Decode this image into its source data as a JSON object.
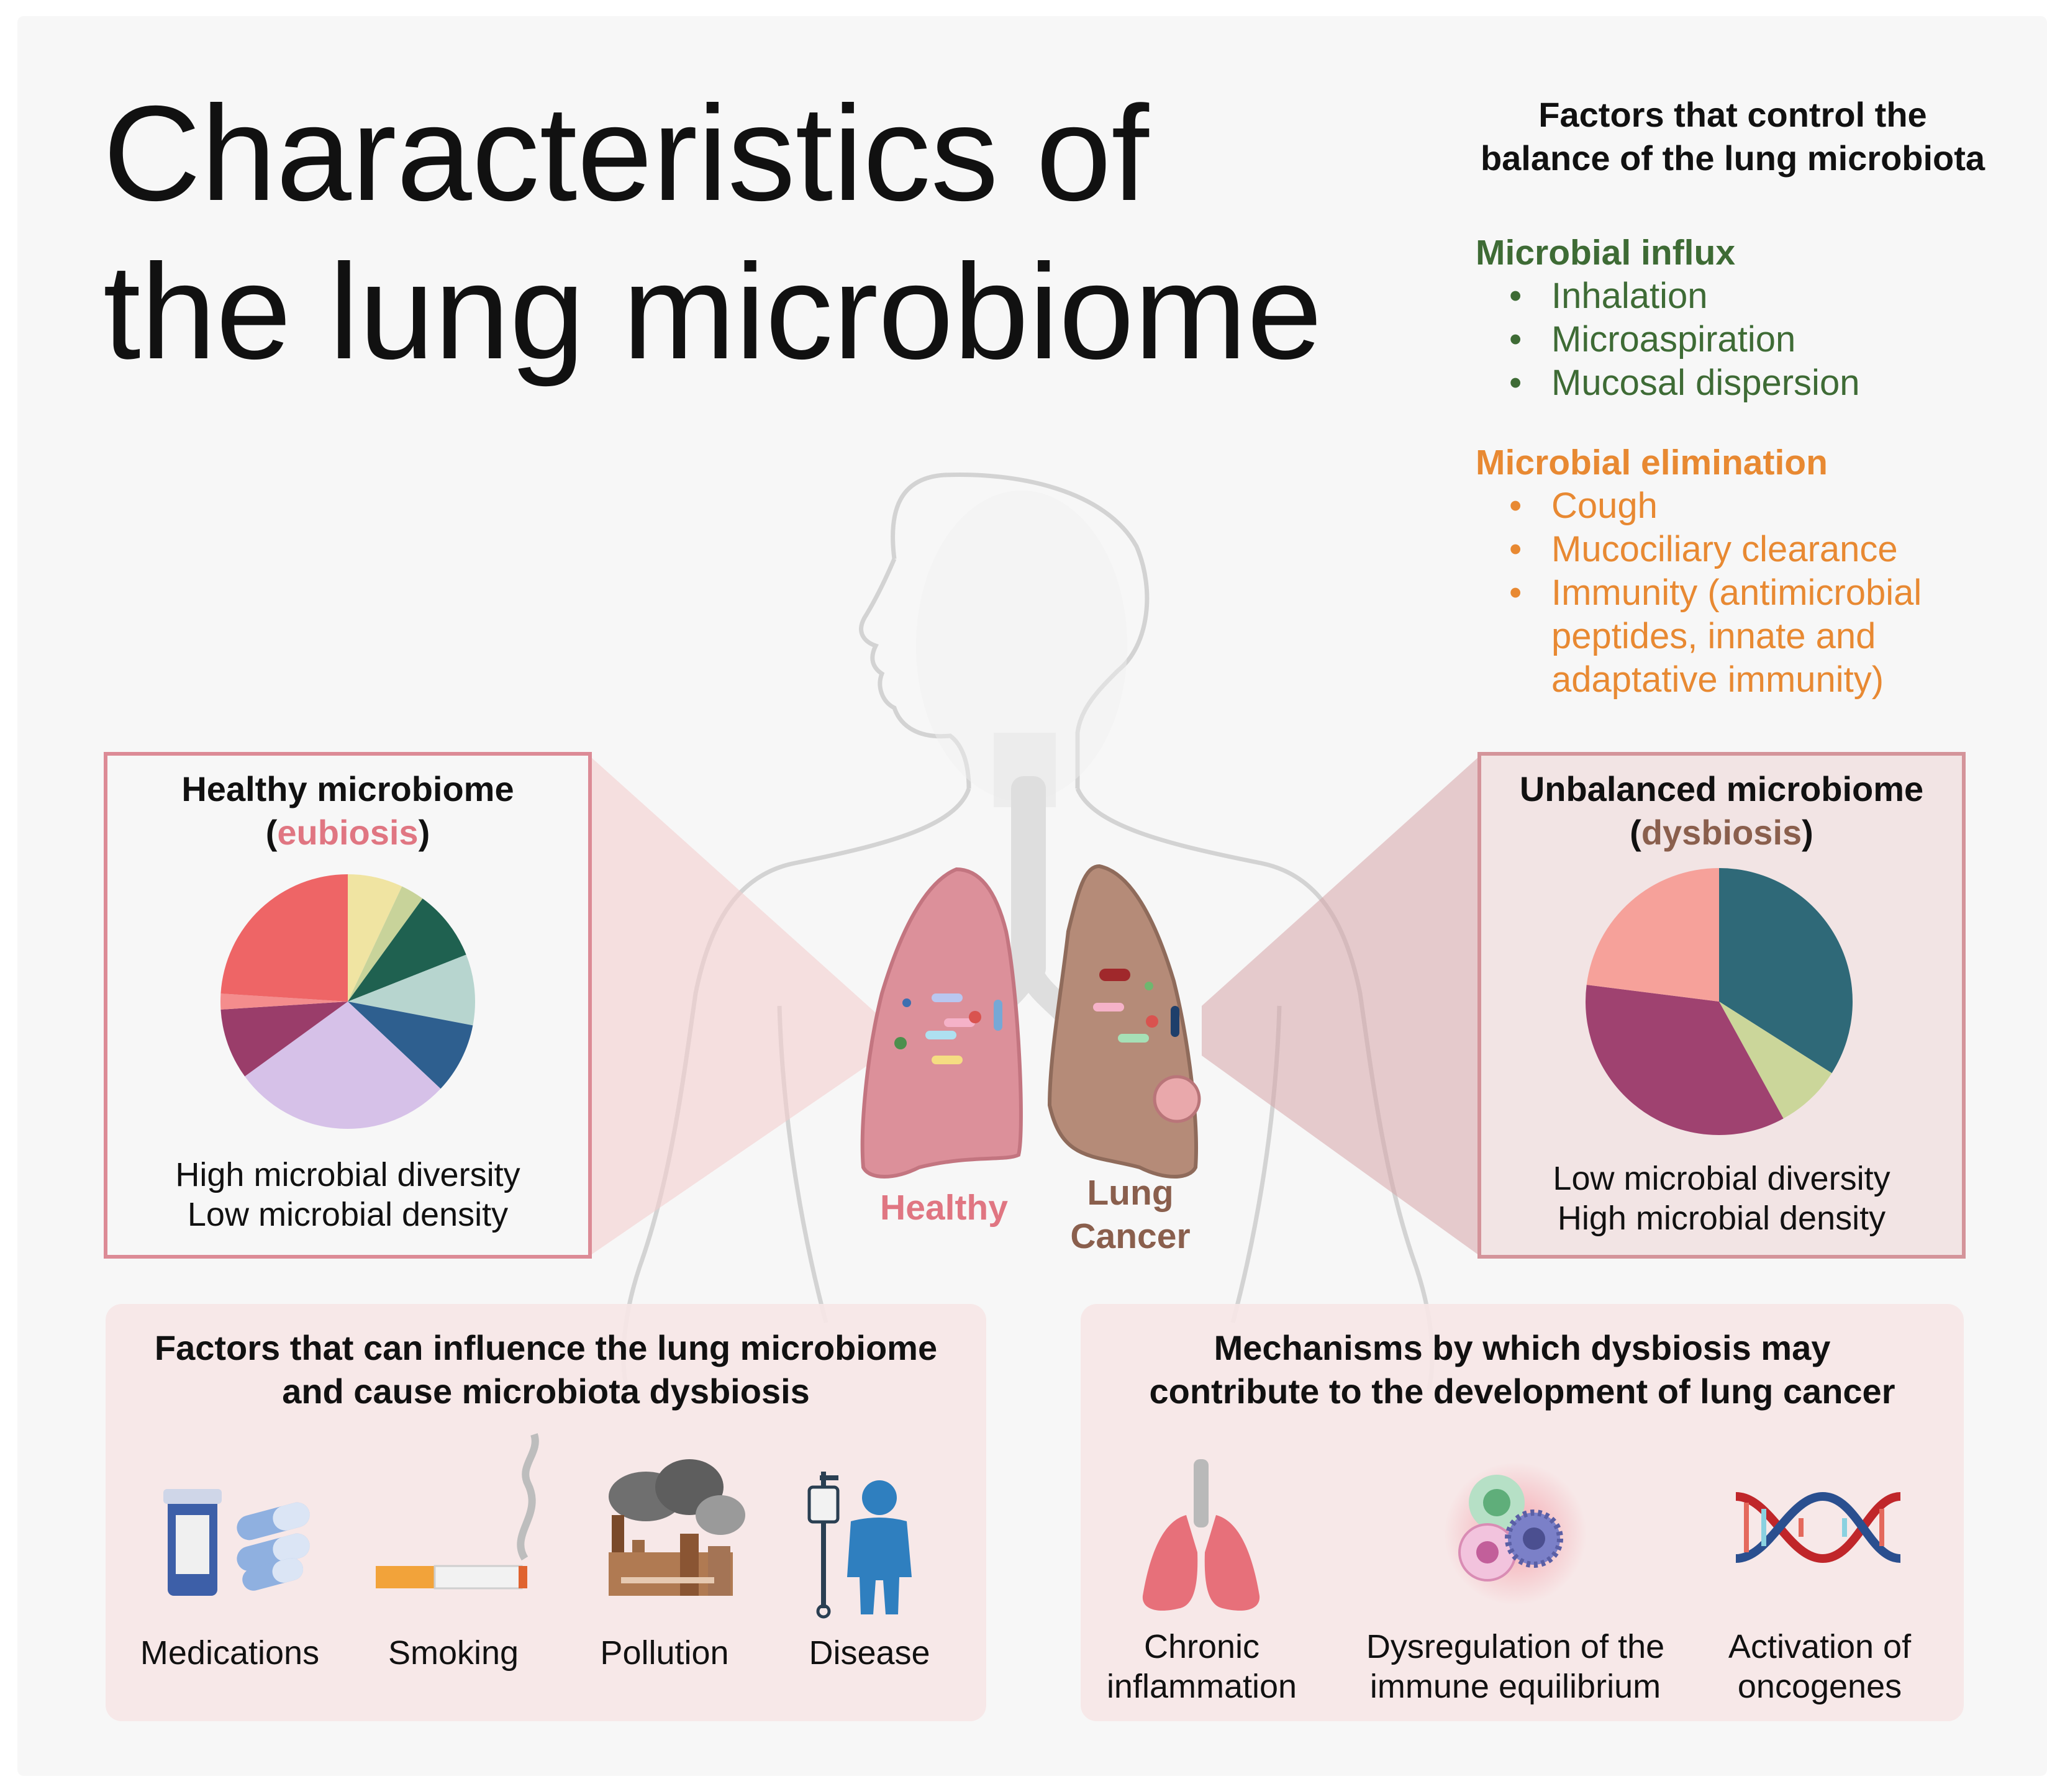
{
  "title_line1": "Characteristics of",
  "title_line2": "the lung microbiome",
  "factors_heading": [
    "Factors that control the",
    "balance of the lung microbiota"
  ],
  "influx": {
    "heading": "Microbial influx",
    "color": "#3e6b35",
    "items": [
      "Inhalation",
      "Microaspiration",
      "Mucosal dispersion"
    ]
  },
  "elimination": {
    "heading": "Microbial elimination",
    "color": "#e88932",
    "items": [
      "Cough",
      "Mucociliary clearance",
      "Immunity (antimicrobial peptides, innate and adaptative immunity)"
    ]
  },
  "healthy_box": {
    "title": "Healthy microbiome",
    "term_open": "(",
    "term": "eubiosis",
    "term_close": ")",
    "term_color": "#e07682",
    "line1": "High microbial diversity",
    "line2": "Low microbial density"
  },
  "unbalanced_box": {
    "title": "Unbalanced microbiome",
    "term_open": "(",
    "term": "dysbiosis",
    "term_close": ")",
    "term_color": "#8a5f4d",
    "line1": "Low microbial diversity",
    "line2": "High microbial density"
  },
  "lung_labels": {
    "healthy": "Healthy",
    "healthy_color": "#e07682",
    "cancer_line1": "Lung",
    "cancer_line2": "Cancer",
    "cancer_color": "#8a5f4d"
  },
  "influence_panel": {
    "title_line1": "Factors that can influence the lung microbiome",
    "title_line2": "and cause microbiota dysbiosis",
    "items": [
      {
        "label": "Medications",
        "icon": "pill-bottle-icon"
      },
      {
        "label": "Smoking",
        "icon": "cigarette-icon"
      },
      {
        "label": "Pollution",
        "icon": "factory-icon"
      },
      {
        "label": "Disease",
        "icon": "patient-iv-icon"
      }
    ]
  },
  "mechanism_panel": {
    "title_line1": "Mechanisms by which dysbiosis may",
    "title_line2": "contribute to the development of lung cancer",
    "items": [
      {
        "line1": "Chronic",
        "line2": "inflammation",
        "icon": "inflamed-lungs-icon"
      },
      {
        "line1": "Dysregulation of the",
        "line2": "immune equilibrium",
        "icon": "immune-cells-icon"
      },
      {
        "line1": "Activation of",
        "line2": "oncogenes",
        "icon": "dna-helix-icon"
      }
    ]
  },
  "chart_data": [
    {
      "type": "pie",
      "values": [
        7,
        3,
        9,
        9,
        9,
        28,
        9,
        2,
        24
      ],
      "colors": [
        "#f0e4a2",
        "#c8d39a",
        "#1f6150",
        "#b7d5cf",
        "#2e5f8f",
        "#d6c1e8",
        "#9a3d6a",
        "#f48d8d",
        "#ee6566"
      ]
    },
    {
      "type": "pie",
      "values": [
        34,
        8,
        35,
        23
      ],
      "colors": [
        "#2f6978",
        "#cbd69a",
        "#9f4270",
        "#f6a19a"
      ]
    }
  ]
}
